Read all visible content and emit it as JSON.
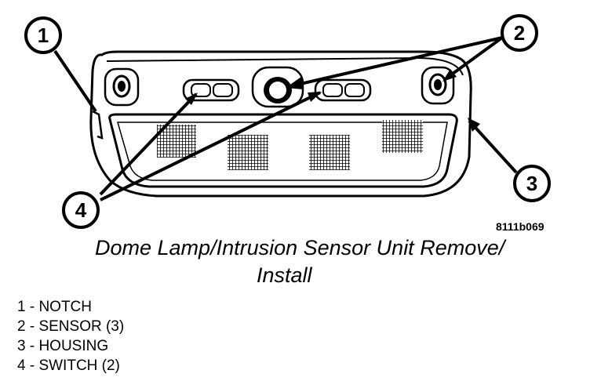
{
  "figure": {
    "code": "8111b069",
    "caption_line1": "Dome Lamp/Intrusion Sensor Unit Remove/",
    "caption_line2": "Install"
  },
  "callouts": [
    {
      "number": "1",
      "label": "NOTCH"
    },
    {
      "number": "2",
      "label": "SENSOR (3)"
    },
    {
      "number": "3",
      "label": "HOUSING"
    },
    {
      "number": "4",
      "label": "SWITCH (2)"
    }
  ],
  "legend": [
    "1 - NOTCH",
    "2 - SENSOR (3)",
    "3 - HOUSING",
    "4 - SWITCH (2)"
  ]
}
